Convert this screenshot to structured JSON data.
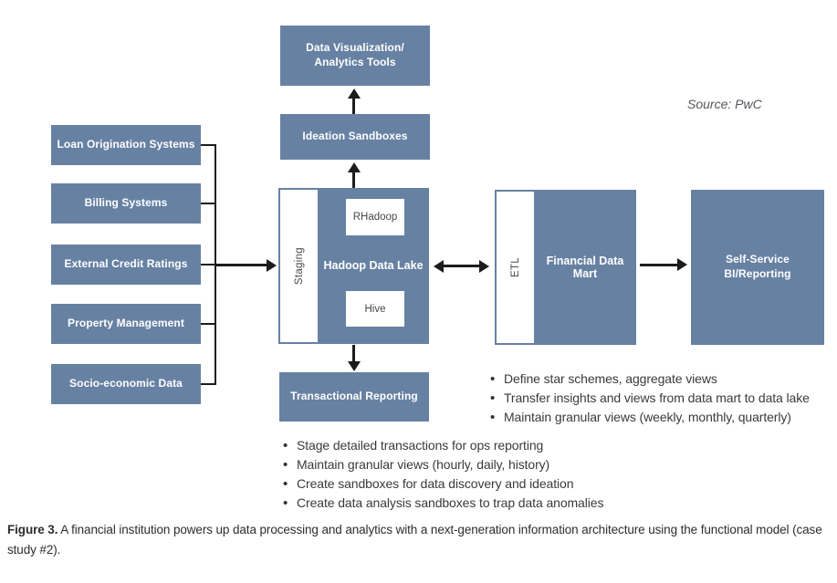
{
  "figure": {
    "source_note": "Source: PwC",
    "caption_label": "Figure 3.",
    "caption_text": "A financial institution powers up data processing and analytics with a next-generation information architecture using the functional model (case study #2)."
  },
  "colors": {
    "node_fill": "#6781A3",
    "node_text": "#ffffff",
    "subnode_fill": "#ffffff",
    "arrow": "#1c1c1c"
  },
  "sources": [
    "Loan Origination Systems",
    "Billing Systems",
    "External Credit Ratings",
    "Property Management",
    "Socio-economic Data"
  ],
  "nodes": {
    "data_viz_line1": "Data Visualization/",
    "data_viz_line2": "Analytics Tools",
    "ideation_sandboxes": "Ideation Sandboxes",
    "staging": "Staging",
    "rhadoop": "RHadoop",
    "hadoop_data_lake": "Hadoop Data Lake",
    "hive": "Hive",
    "transactional_reporting": "Transactional Reporting",
    "etl": "ETL",
    "financial_data_mart": "Financial Data Mart",
    "self_service_line1": "Self-Service",
    "self_service_line2": "BI/Reporting"
  },
  "data_mart_bullets": [
    "Define star schemes, aggregate views",
    "Transfer insights and views from data mart to data lake",
    "Maintain granular views (weekly, monthly, quarterly)"
  ],
  "data_lake_bullets": [
    "Stage detailed transactions for ops reporting",
    "Maintain granular views (hourly, daily, history)",
    "Create sandboxes for data discovery and ideation",
    "Create data analysis sandboxes to trap data anomalies"
  ]
}
